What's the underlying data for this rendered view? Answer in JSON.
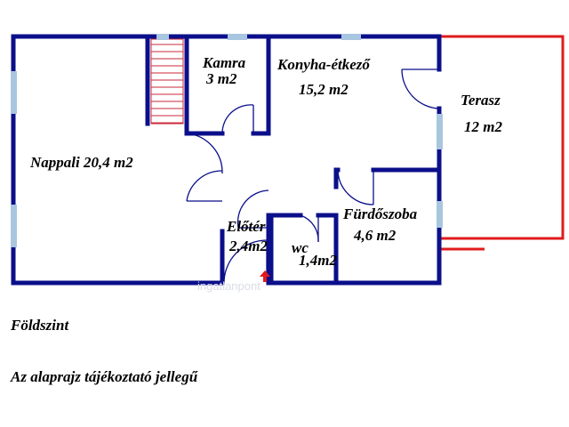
{
  "colors": {
    "wall": "#0b0f8a",
    "terrace": "#e11b1b",
    "window": "#a9c6e0",
    "stairs": "#c8283a",
    "entry_arrow": "#e11b1b"
  },
  "rooms": {
    "kamra_name": "Kamra",
    "kamra_area": "3 m2",
    "konyha_name": "Konyha-étkező",
    "konyha_area": "15,2 m2",
    "terasz_name": "Terasz",
    "terasz_area": "12 m2",
    "nappali": "Nappali 20,4 m2",
    "eloter_name": "Előtér",
    "eloter_area": "2,4m2",
    "wc_name": "wc",
    "wc_area": "1,4m2",
    "furdo_name": "Fürdőszoba",
    "furdo_area": "4,6 m2"
  },
  "watermark": "ingatlanpont",
  "floor_label": "Földszint",
  "disclaimer": "Az alaprajz tájékoztató jellegű",
  "icons": {
    "entry": "up-arrow-icon"
  }
}
